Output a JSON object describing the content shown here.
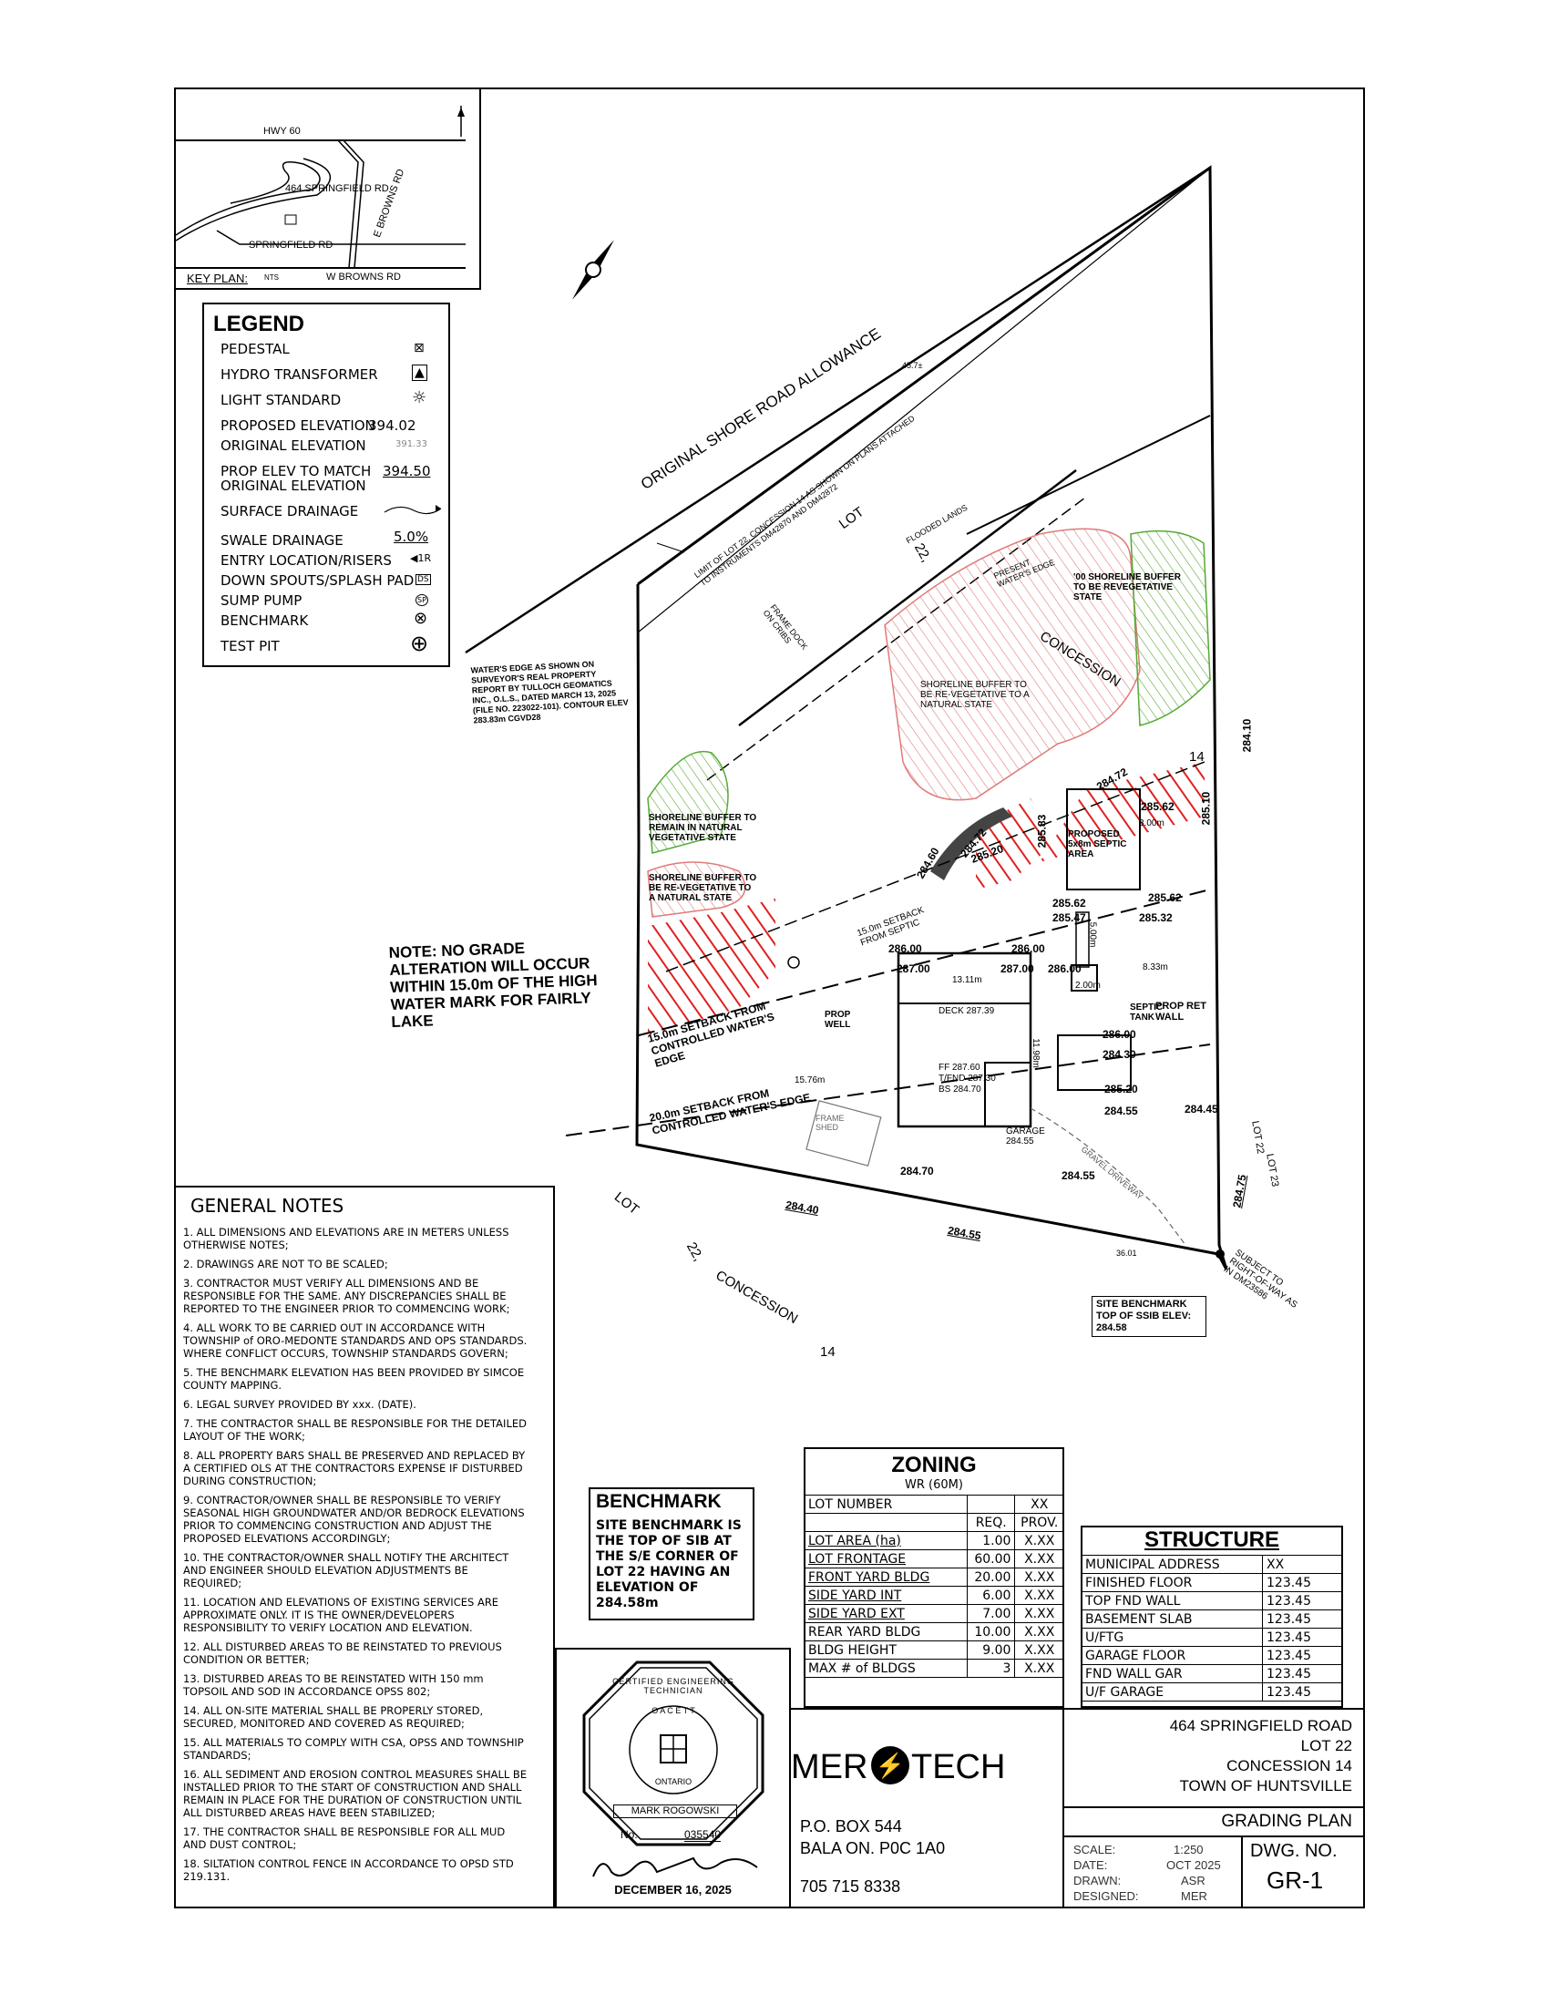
{
  "key_plan": {
    "title": "KEY PLAN:",
    "nts": "NTS",
    "roads": [
      "HWY 60",
      "464 SPRINGFIELD RD",
      "E BROWNS RD",
      "SPRINGFIELD RD",
      "W BROWNS RD"
    ]
  },
  "legend": {
    "title": "LEGEND",
    "items": [
      {
        "label": "PEDESTAL",
        "symbol": "⊠"
      },
      {
        "label": "HYDRO TRANSFORMER",
        "symbol": "▲"
      },
      {
        "label": "LIGHT STANDARD",
        "symbol": "☼"
      },
      {
        "label": "PROPOSED ELEVATION",
        "value": "394.02"
      },
      {
        "label": "ORIGINAL ELEVATION",
        "value": "391.33"
      },
      {
        "label": "PROP ELEV TO MATCH",
        "value": "394.50"
      },
      {
        "label": "ORIGINAL ELEVATION"
      },
      {
        "label": "SURFACE DRAINAGE"
      },
      {
        "label": "SWALE DRAINAGE",
        "value": "5.0%"
      },
      {
        "label": "ENTRY LOCATION/RISERS",
        "symbol": "◀1R"
      },
      {
        "label": "DOWN SPOUTS/SPLASH PAD",
        "symbol": "DS"
      },
      {
        "label": "SUMP PUMP",
        "symbol": "SP"
      },
      {
        "label": "BENCHMARK",
        "symbol": "⊗"
      },
      {
        "label": "TEST PIT",
        "symbol": "⊕"
      }
    ]
  },
  "site_plan": {
    "road_allowance": "ORIGINAL SHORE ROAD ALLOWANCE",
    "lot_limit": "LIMIT OF LOT 22, CONCESSION 14 AS SHOWN ON PLANS ATTACHED TO INSTRUMENTS DM42870 AND DM42872",
    "lot_word": "LOT",
    "lot_22": "22,",
    "concession_word": "CONCESSION",
    "conc_14": "14",
    "flooded": "FLOODED LANDS",
    "present_water": "PRESENT WATER'S EDGE",
    "frame_dock": "FRAME DOCK ON CRIBS",
    "waters_edge_note": "WATER'S EDGE AS SHOWN ON SURVEYOR'S REAL PROPERTY REPORT BY TULLOCH GEOMATICS INC., O.L.S., DATED MARCH 13, 2025 (FILE NO. 223022-101). CONTOUR ELEV 283.83m CGVD28",
    "buffer_revegetate": "SHORELINE BUFFER TO BE RE-VEGETATIVE TO A NATURAL STATE",
    "buffer_remain": "SHORELINE BUFFER TO REMAIN IN NATURAL VEGETATIVE STATE",
    "buffer_revegetate2": "SHORELINE BUFFER TO BE RE-VEGETATIVE TO A NATURAL STATE",
    "buffer_tr": "'00 SHORELINE BUFFER TO BE REVEGETATIVE STATE",
    "note": "NOTE: NO GRADE ALTERATION WILL OCCUR WITHIN 15.0m OF THE HIGH WATER MARK FOR FAIRLY LAKE",
    "setback_15": "15.0m SETBACK FROM CONTROLLED WATER'S EDGE",
    "setback_20": "20.0m SETBACK FROM CONTROLLED WATER'S EDGE",
    "setback_septic": "15.0m SETBACK FROM SEPTIC",
    "septic_area": "PROPOSED 5x8m SEPTIC AREA",
    "septic_tank": "SEPTIC TANK",
    "prop_ret_wall": "PROP RET WALL",
    "prop_well": "PROP WELL",
    "deck": "DECK 287.39",
    "house_ff": "FF 287.60",
    "house_tfnd": "T/FND 287.30",
    "house_bs": "BS 284.70",
    "garage": "GARAGE 284.55",
    "frame_shed": "FRAME SHED",
    "driveway": "GRAVEL DRIVEWAY",
    "site_benchmark": "SITE BENCHMARK TOP OF SSIB ELEV: 284.58",
    "row_note": "SUBJECT TO RIGHT-OF-WAY AS IN DM23586",
    "lot_bottom": "LOT",
    "lot_bottom2": "22,",
    "conc_bottom": "CONCESSION",
    "conc_bottom_no": "14",
    "lot_right": "LOT 22",
    "lot_right2": "LOT 23",
    "dims": [
      "13.11m",
      "11.98m",
      "15.76m",
      "5.00m",
      "3.00m",
      "8.33m",
      "2.00m",
      "45.7±",
      "36.01"
    ],
    "elevations": [
      "285.62",
      "285.10",
      "284.72",
      "284.10",
      "285.83",
      "284.60",
      "284.72",
      "285.20",
      "285.62",
      "285.47",
      "285.62",
      "285.32",
      "286.00",
      "286.00",
      "287.00",
      "286.00",
      "287.00",
      "286.00",
      "284.30",
      "285.20",
      "284.55",
      "284.45",
      "284.70",
      "284.55",
      "284.40",
      "284.55",
      "284.75"
    ]
  },
  "general_notes": {
    "title": "GENERAL NOTES",
    "items": [
      "1. ALL DIMENSIONS AND ELEVATIONS ARE IN METERS UNLESS OTHERWISE NOTES;",
      "2. DRAWINGS ARE NOT TO BE SCALED;",
      "3. CONTRACTOR MUST VERIFY ALL DIMENSIONS AND BE RESPONSIBLE FOR THE SAME. ANY DISCREPANCIES SHALL BE REPORTED TO THE ENGINEER PRIOR TO COMMENCING WORK;",
      "4. ALL WORK TO BE CARRIED OUT IN ACCORDANCE WITH TOWNSHIP of ORO-MEDONTE STANDARDS AND OPS STANDARDS. WHERE CONFLICT OCCURS, TOWNSHIP STANDARDS GOVERN;",
      "5. THE BENCHMARK ELEVATION HAS BEEN PROVIDED BY SIMCOE COUNTY MAPPING.",
      "6. LEGAL SURVEY PROVIDED BY xxx. (DATE).",
      "7. THE CONTRACTOR SHALL BE RESPONSIBLE FOR THE DETAILED LAYOUT OF THE WORK;",
      "8. ALL PROPERTY BARS SHALL BE PRESERVED AND REPLACED BY A CERTIFIED OLS AT THE CONTRACTORS EXPENSE IF DISTURBED DURING CONSTRUCTION;",
      "9. CONTRACTOR/OWNER SHALL BE RESPONSIBLE TO VERIFY SEASONAL HIGH GROUNDWATER AND/OR BEDROCK ELEVATIONS PRIOR TO COMMENCING CONSTRUCTION AND ADJUST THE PROPOSED ELEVATIONS ACCORDINGLY;",
      "10. THE CONTRACTOR/OWNER SHALL NOTIFY THE ARCHITECT AND ENGINEER SHOULD ELEVATION ADJUSTMENTS BE REQUIRED;",
      "11. LOCATION AND ELEVATIONS OF EXISTING SERVICES ARE APPROXIMATE ONLY. IT IS THE OWNER/DEVELOPERS RESPONSIBILITY TO VERIFY LOCATION AND ELEVATION.",
      "12. ALL DISTURBED AREAS TO BE REINSTATED TO PREVIOUS CONDITION OR BETTER;",
      "13. DISTURBED AREAS TO BE REINSTATED WITH 150 mm TOPSOIL AND SOD IN ACCORDANCE OPSS 802;",
      "14. ALL ON-SITE MATERIAL SHALL BE PROPERLY STORED, SECURED, MONITORED AND COVERED AS REQUIRED;",
      "15. ALL MATERIALS TO COMPLY WITH CSA, OPSS AND TOWNSHIP STANDARDS;",
      "16. ALL SEDIMENT AND EROSION CONTROL MEASURES SHALL BE INSTALLED PRIOR TO THE START OF CONSTRUCTION AND SHALL REMAIN IN PLACE FOR THE DURATION OF CONSTRUCTION UNTIL ALL DISTURBED AREAS HAVE BEEN STABILIZED;",
      "17. THE CONTRACTOR SHALL BE RESPONSIBLE FOR ALL MUD AND DUST CONTROL;",
      "18. SILTATION CONTROL FENCE IN ACCORDANCE TO OPSD STD 219.131."
    ]
  },
  "benchmark": {
    "title": "BENCHMARK",
    "text": "SITE BENCHMARK IS THE TOP OF SIB AT THE S/E CORNER OF LOT 22 HAVING AN ELEVATION OF 284.58m"
  },
  "zoning": {
    "title": "ZONING",
    "subtitle": "WR (60M)",
    "lot_number_label": "LOT NUMBER",
    "lot_number_value": "XX",
    "col_req": "REQ.",
    "col_prov": "PROV.",
    "rows": [
      {
        "label": "LOT AREA (ha)",
        "req": "1.00",
        "prov": "X.XX"
      },
      {
        "label": "LOT FRONTAGE",
        "req": "60.00",
        "prov": "X.XX"
      },
      {
        "label": "FRONT YARD BLDG",
        "req": "20.00",
        "prov": "X.XX"
      },
      {
        "label": "SIDE YARD INT",
        "req": "6.00",
        "prov": "X.XX"
      },
      {
        "label": "SIDE YARD EXT",
        "req": "7.00",
        "prov": "X.XX"
      },
      {
        "label": "REAR YARD BLDG",
        "req": "10.00",
        "prov": "X.XX"
      },
      {
        "label": "BLDG HEIGHT",
        "req": "9.00",
        "prov": "X.XX"
      },
      {
        "label": "MAX # of BLDGS",
        "req": "3",
        "prov": "X.XX"
      }
    ]
  },
  "structure": {
    "title": "STRUCTURE",
    "rows": [
      {
        "label": "MUNICIPAL ADDRESS",
        "value": "XX"
      },
      {
        "label": "FINISHED FLOOR",
        "value": "123.45"
      },
      {
        "label": "TOP FND WALL",
        "value": "123.45"
      },
      {
        "label": "BASEMENT SLAB",
        "value": "123.45"
      },
      {
        "label": "U/FTG",
        "value": "123.45"
      },
      {
        "label": "GARAGE FLOOR",
        "value": "123.45"
      },
      {
        "label": "FND WALL GAR",
        "value": "123.45"
      },
      {
        "label": "U/F GARAGE",
        "value": "123.45"
      }
    ]
  },
  "seal": {
    "ring_text": "CERTIFIED ENGINEERING TECHNICIAN",
    "inner_top": "O A C E T T",
    "inner_bottom": "ONTARIO",
    "name": "MARK ROGOWSKI",
    "no_label": "No.",
    "number": "035540",
    "date": "DECEMBER 16, 2025"
  },
  "company": {
    "name_left": "MER",
    "name_right": "TECH",
    "address1": "P.O. BOX 544",
    "address2": "BALA ON. P0C 1A0",
    "phone": "705 715 8338"
  },
  "title_block": {
    "line1": "464 SPRINGFIELD ROAD",
    "line2": "LOT 22",
    "line3": "CONCESSION 14",
    "line4": "TOWN OF HUNTSVILLE",
    "drawing_title": "GRADING PLAN",
    "scale_label": "SCALE:",
    "scale": "1:250",
    "date_label": "DATE:",
    "date": "OCT 2025",
    "drawn_label": "DRAWN:",
    "drawn": "ASR",
    "designed_label": "DESIGNED:",
    "designed": "MER",
    "dwg_label": "DWG. NO.",
    "dwg_no": "GR-1"
  },
  "colors": {
    "red_hatch": "#e02020",
    "green_hatch": "#55aa33",
    "line": "#000000"
  }
}
